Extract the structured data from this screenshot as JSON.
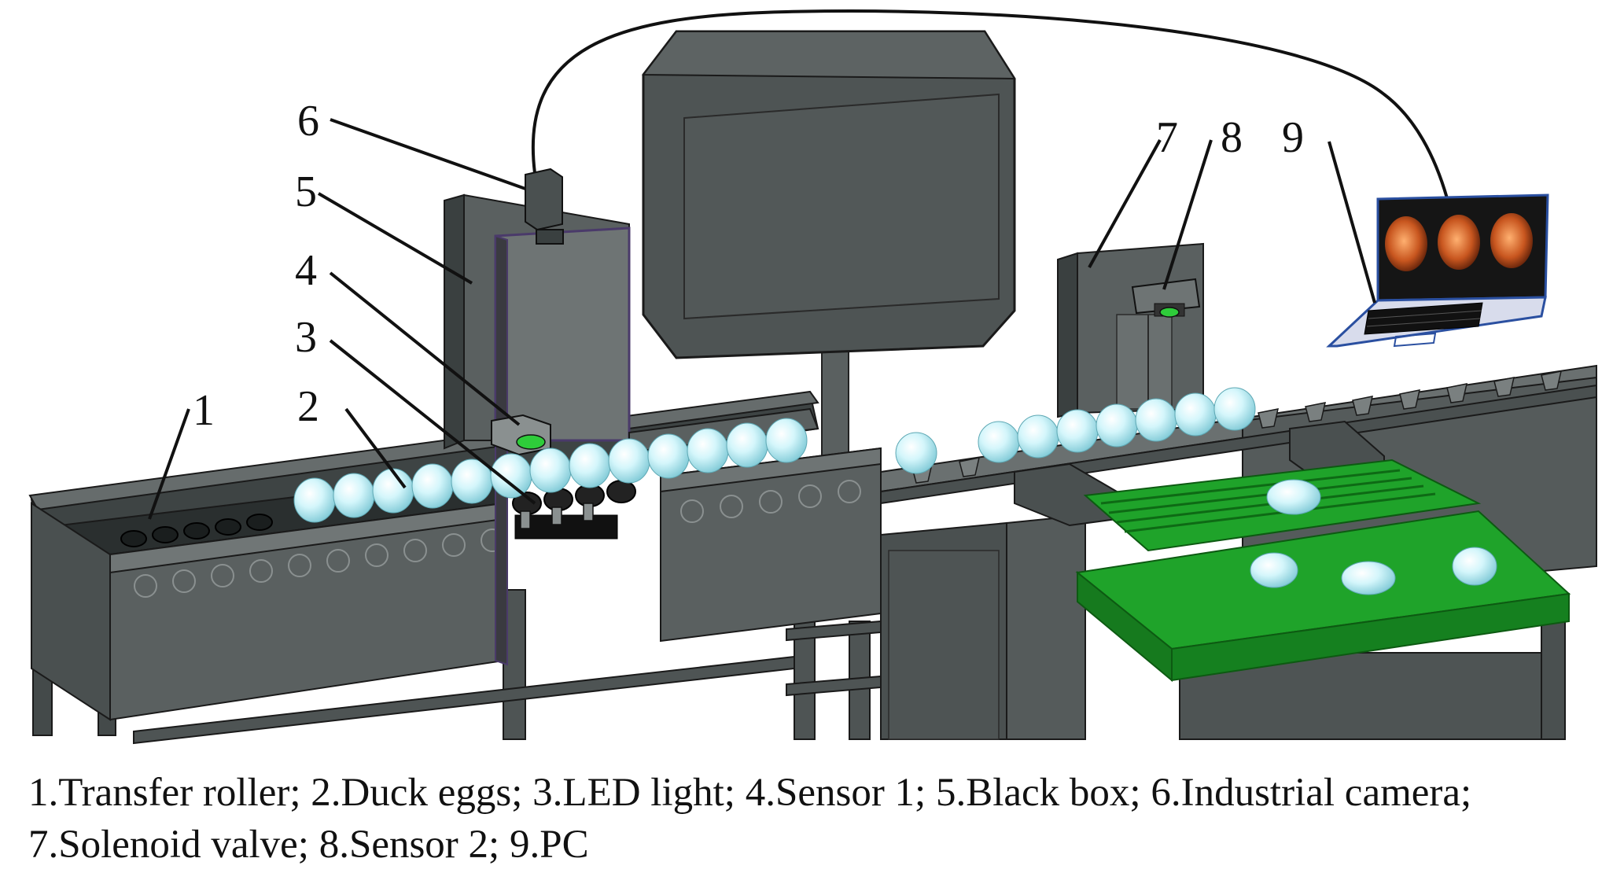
{
  "labels": {
    "n1": "1",
    "n2": "2",
    "n3": "3",
    "n4": "4",
    "n5": "5",
    "n6": "6",
    "n7": "7",
    "n8": "8",
    "n9": "9"
  },
  "caption": {
    "line1": "1.Transfer roller; 2.Duck eggs; 3.LED light; 4.Sensor 1; 5.Black box; 6.Industrial camera;",
    "line2": "7.Solenoid valve; 8.Sensor 2; 9.PC"
  },
  "colors": {
    "machine_dark": "#4a5050",
    "machine_mid": "#5c6262",
    "machine_light": "#6e7474",
    "egg": "#c8f2f8",
    "tray_green": "#1fa32a",
    "sensor_green": "#2ecc3a",
    "screen_bg": "#151515",
    "embryo": "#d0703a",
    "outline": "#111111",
    "laptop_blue": "#2a4fa0"
  }
}
